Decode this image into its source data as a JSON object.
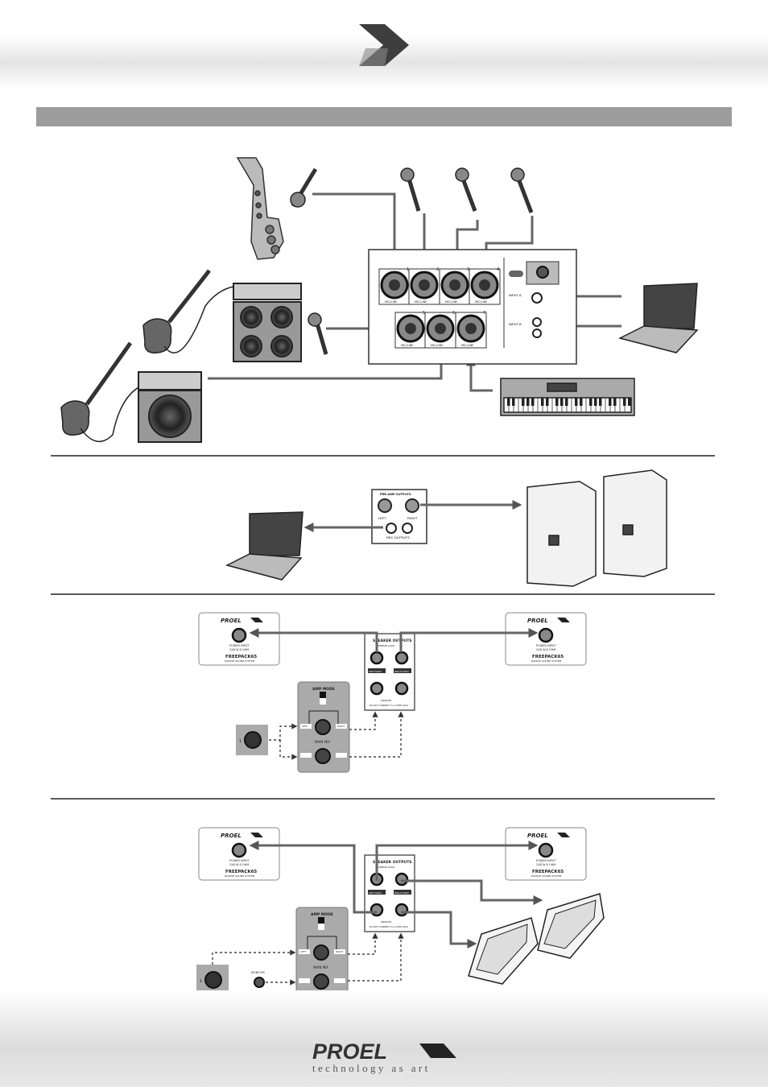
{
  "brand": {
    "name": "PROEL",
    "tagline": "technology as art"
  },
  "mixer": {
    "inputs_top": [
      "1",
      "2",
      "3",
      "4"
    ],
    "inputs_bottom": [
      "5",
      "6",
      "7"
    ],
    "jack_label": "MIC/LINE",
    "input_a": "INPUT A",
    "input_b": "INPUT B",
    "input_selector": "INPUT B"
  },
  "outputs": {
    "title": "PRE-AMP OUTPUTS",
    "left": "LEFT",
    "right": "RIGHT",
    "rca": "REC OUTPUTS"
  },
  "speaker": {
    "brand": "PROEL",
    "power_input": "POWER INPUT",
    "impedance": "2X8 W 8 OHM",
    "product": "FREEPACK65",
    "subtitle": "PASSIVE SOUND SYSTEM"
  },
  "speaker_out": {
    "title": "SPEAKER OUTPUTS",
    "subtitle": "MINIMUM LOAD",
    "left": "LEFT MAIN",
    "right": "RIGHT MAIN",
    "wedge": "WEDGES",
    "note": "DO NOT CONNECT A 4-OHM LOAD"
  },
  "amp": {
    "title": "AMP MODE",
    "main_mix": "MAIN MIX",
    "left": "LEFT",
    "right": "RIGHT",
    "knob_a": "1",
    "knob_b": "MONITOR"
  }
}
